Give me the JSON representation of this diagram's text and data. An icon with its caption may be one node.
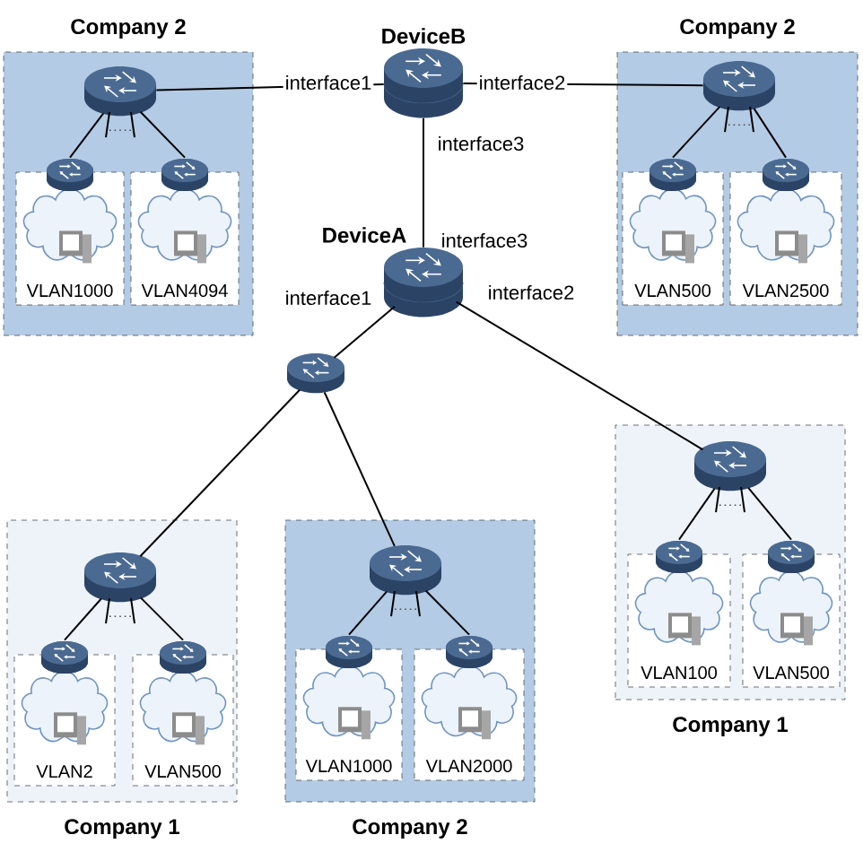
{
  "diagram": {
    "nodes": [
      {
        "text": [
          "Company 2"
        ]
      },
      {
        "text": [],
        "shape": "switch",
        "in": 0
      },
      {
        "text": [
          "VLAN1000"
        ],
        "in": 0
      },
      {
        "text": [
          "VLAN4094"
        ],
        "in": 0
      },
      {
        "text": [
          "DeviceB"
        ]
      },
      {
        "text": [
          "Company 2"
        ]
      },
      {
        "text": [],
        "shape": "switch",
        "in": 5
      },
      {
        "text": [
          "VLAN500"
        ],
        "in": 5
      },
      {
        "text": [
          "VLAN2500"
        ],
        "in": 5
      },
      {
        "text": [
          "DeviceA"
        ]
      },
      {
        "text": [],
        "shape": "switch"
      },
      {
        "text": [
          "Company 1"
        ]
      },
      {
        "text": [],
        "shape": "switch",
        "in": 11
      },
      {
        "text": [
          "VLAN2"
        ],
        "in": 11
      },
      {
        "text": [
          "VLAN500"
        ],
        "in": 11
      },
      {
        "text": [
          "Company 2"
        ]
      },
      {
        "text": [],
        "shape": "switch",
        "in": 15
      },
      {
        "text": [
          "VLAN1000"
        ],
        "in": 15
      },
      {
        "text": [
          "VLAN2000"
        ],
        "in": 15
      },
      {
        "text": [
          "Company 1"
        ]
      },
      {
        "text": [],
        "shape": "switch",
        "in": 19
      },
      {
        "text": [
          "VLAN100"
        ],
        "in": 19
      },
      {
        "text": [
          "VLAN500"
        ],
        "in": 19
      }
    ],
    "edges": [
      {
        "from": 1,
        "to": 4,
        "arrow": "none"
      },
      {
        "from": 4,
        "to": 6,
        "arrow": "none"
      },
      {
        "from": 4,
        "to": 9,
        "arrow": "none"
      },
      {
        "from": 9,
        "to": 10,
        "arrow": "none"
      },
      {
        "from": 9,
        "to": 20,
        "arrow": "none"
      },
      {
        "from": 10,
        "to": 12,
        "arrow": "none"
      },
      {
        "from": 10,
        "to": 16,
        "arrow": "none"
      },
      {
        "from": 1,
        "to": 2,
        "arrow": "none"
      },
      {
        "from": 1,
        "to": 3,
        "arrow": "none"
      },
      {
        "from": 6,
        "to": 7,
        "arrow": "none"
      },
      {
        "from": 6,
        "to": 8,
        "arrow": "none"
      },
      {
        "from": 12,
        "to": 13,
        "arrow": "none"
      },
      {
        "from": 12,
        "to": 14,
        "arrow": "none"
      },
      {
        "from": 16,
        "to": 17,
        "arrow": "none"
      },
      {
        "from": 16,
        "to": 18,
        "arrow": "none"
      },
      {
        "from": 20,
        "to": 21,
        "arrow": "none"
      },
      {
        "from": 20,
        "to": 22,
        "arrow": "none"
      }
    ],
    "labels": [
      "interface1",
      "interface2",
      "interface3",
      "interface3",
      "interface1",
      "interface2"
    ]
  }
}
